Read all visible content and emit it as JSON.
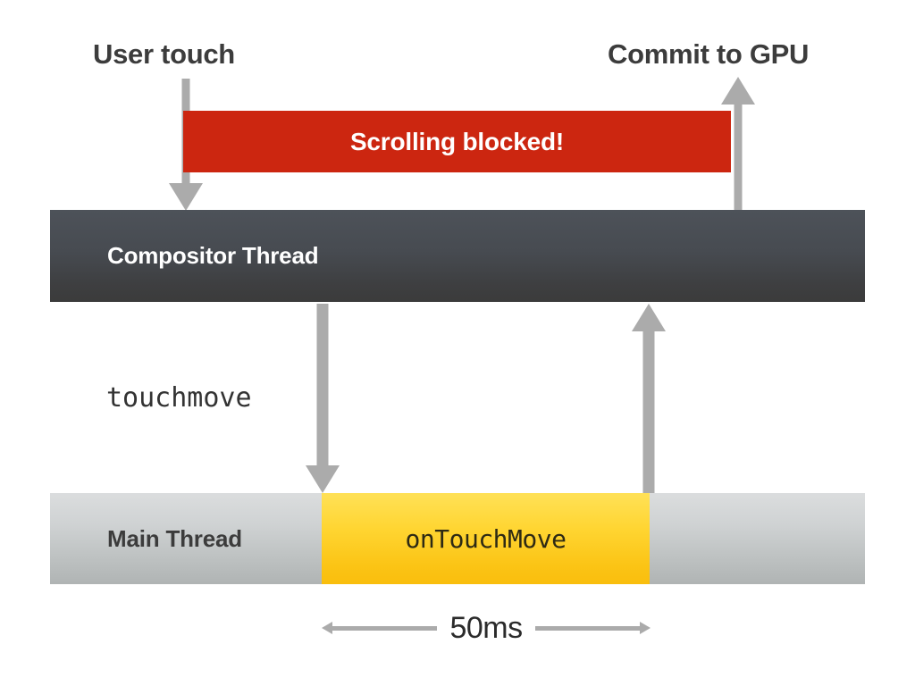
{
  "diagram": {
    "title_captions": {
      "user_touch": "User touch",
      "commit_to_gpu": "Commit to GPU"
    },
    "blocked_bar": {
      "label": "Scrolling blocked!",
      "color": "#CC2610",
      "text_color": "#FFFFFF"
    },
    "threads": [
      {
        "name": "Compositor Thread",
        "color_top": "#4D5259",
        "color_bottom": "#3B3B3B",
        "text_color": "#FFFFFF"
      },
      {
        "name": "Main Thread",
        "color_top": "#DBDDDE",
        "color_bottom": "#B0B4B4",
        "text_color": "#3C3C3C"
      }
    ],
    "event_label": "touchmove",
    "handler_block": {
      "label": "onTouchMove",
      "color_top": "#FFE157",
      "color_bottom": "#F9BE0D",
      "text_color": "#2E2A14"
    },
    "measurement": {
      "label": "50ms"
    },
    "arrows": [
      {
        "name": "user-touch-down-arrow",
        "direction": "down",
        "color": "#ABABAB"
      },
      {
        "name": "commit-to-gpu-up-arrow",
        "direction": "up",
        "color": "#ABABAB"
      },
      {
        "name": "touchmove-dispatch-arrow",
        "direction": "down",
        "color": "#ABABAB"
      },
      {
        "name": "handler-return-arrow",
        "direction": "up",
        "color": "#ABABAB"
      }
    ]
  }
}
